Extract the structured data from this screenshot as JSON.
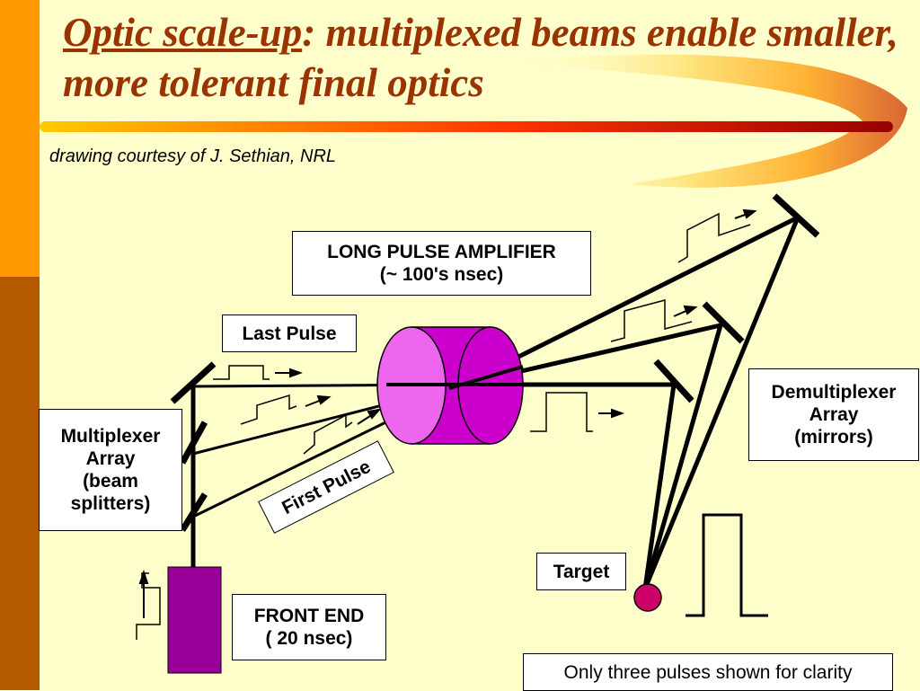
{
  "title": {
    "prefix": "Optic scale-up",
    "suffix": ":  multiplexed beams enable smaller, more tolerant final optics"
  },
  "credit": "drawing courtesy of J. Sethian, NRL",
  "labels": {
    "amplifier_line1": "LONG PULSE AMPLIFIER",
    "amplifier_line2": "(~ 100's nsec)",
    "last_pulse": "Last Pulse",
    "first_pulse": "First Pulse",
    "multiplexer_l1": "Multiplexer",
    "multiplexer_l2": "Array",
    "multiplexer_l3": "(beam",
    "multiplexer_l4": "splitters)",
    "demux_l1": "Demultiplexer",
    "demux_l2": "Array",
    "demux_l3": "(mirrors)",
    "target": "Target",
    "front_end_l1": "FRONT END",
    "front_end_l2": "( 20 nsec)",
    "note": "Only three pulses shown for clarity"
  },
  "colors": {
    "accent_orange": "#ff9900",
    "accent_brown": "#b35900",
    "title_color": "#993300",
    "amplifier_fill": "#cc00cc",
    "target_fill": "#cc0066",
    "front_end_fill": "#990099",
    "background": "#ffffcc"
  }
}
